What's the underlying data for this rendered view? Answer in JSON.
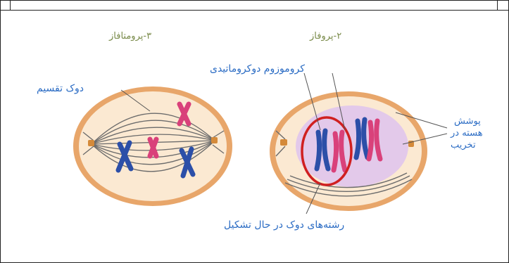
{
  "phase_left": "۳-پرومتافاز",
  "phase_right": "۲-پروفاز",
  "labels": {
    "spindle": "دوک تقسیم",
    "chromosome": "کروموزوم دوکروماتیدی",
    "envelope_1": "پوشش",
    "envelope_2": "هسته در",
    "envelope_3": "تخریب",
    "forming_fibers": "رشته‌های دوک در حال تشکیل"
  },
  "colors": {
    "cell_membrane": "#e8a66a",
    "cytoplasm": "#fbe9d2",
    "nucleus": "#e3c9ea",
    "chromosome_blue": "#2c4fa8",
    "chromosome_pink": "#d9417a",
    "highlight_circle": "#d02020",
    "label_text": "#2b6cc4"
  }
}
